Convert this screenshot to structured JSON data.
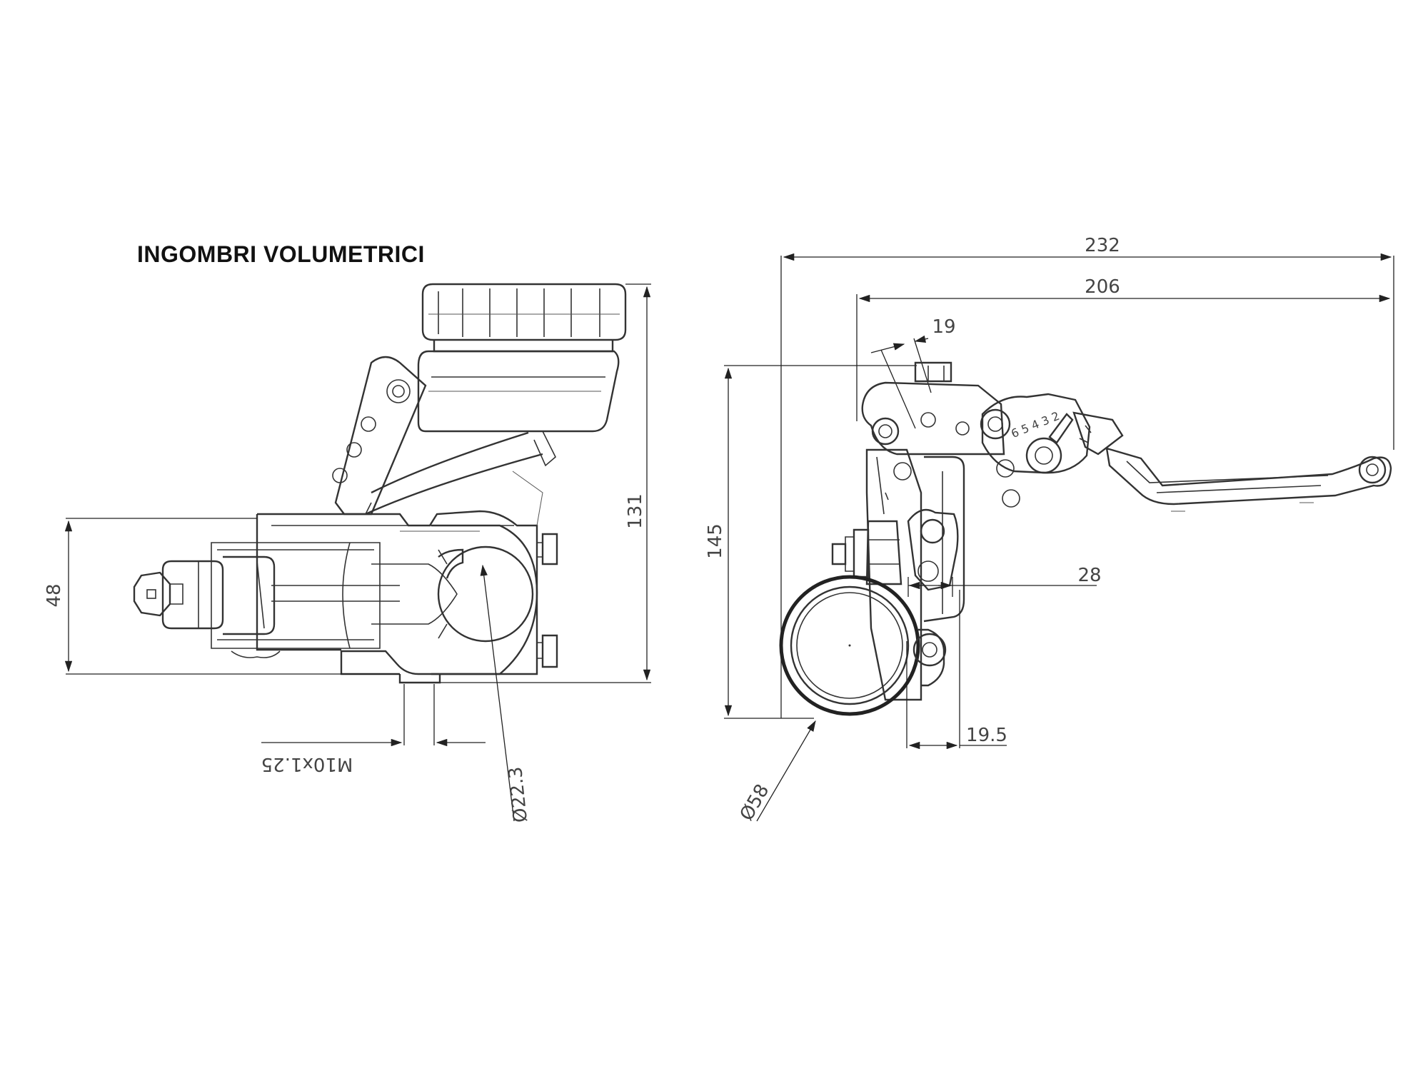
{
  "title": "INGOMBRI VOLUMETRICI",
  "side_view": {
    "dim_height_total": "131",
    "dim_body_height": "48",
    "dim_thread": "M10x1.25",
    "dim_bar_diameter": "Ø22.3"
  },
  "front_view": {
    "dim_overall_length": "232",
    "dim_lever_length": "206",
    "dim_pivot_offset": "19",
    "dim_height": "145",
    "dim_reservoir_offset": "28",
    "dim_bottom_offset": "19.5",
    "dim_reservoir_diameter": "Ø58",
    "lever_positions": "6 5 4 3 2"
  }
}
